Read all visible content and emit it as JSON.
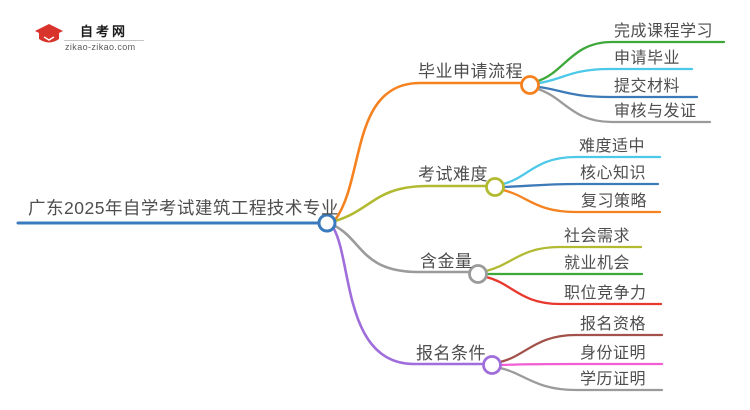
{
  "logo": {
    "title": "自考网",
    "domain": "zikao-zikao.com",
    "icon": "graduation-cap-icon",
    "cap_color": "#d9342b",
    "swoosh_color": "#1e5175"
  },
  "root": {
    "label": "广东2025年自学考试建筑工程技术专业",
    "color": "#3a7bbd"
  },
  "branches": [
    {
      "label": "毕业申请流程",
      "color": "#f5821f",
      "children": [
        {
          "label": "完成课程学习",
          "color": "#3ea83a"
        },
        {
          "label": "申请毕业",
          "color": "#4cc8e8"
        },
        {
          "label": "提交材料",
          "color": "#3d7ab8"
        },
        {
          "label": "审核与发证",
          "color": "#9b9b9b"
        }
      ]
    },
    {
      "label": "考试难度",
      "color": "#b2ba32",
      "children": [
        {
          "label": "难度适中",
          "color": "#4cc8e8"
        },
        {
          "label": "核心知识",
          "color": "#3d7ab8"
        },
        {
          "label": "复习策略",
          "color": "#f5821f"
        }
      ]
    },
    {
      "label": "含金量",
      "color": "#9b9b9b",
      "children": [
        {
          "label": "社会需求",
          "color": "#b2ba32"
        },
        {
          "label": "就业机会",
          "color": "#3ea83a"
        },
        {
          "label": "职位竞争力",
          "color": "#e8392f"
        }
      ]
    },
    {
      "label": "报名条件",
      "color": "#a06edb",
      "children": [
        {
          "label": "报名资格",
          "color": "#a2524b"
        },
        {
          "label": "身份证明",
          "color": "#f25fd5"
        },
        {
          "label": "学历证明",
          "color": "#9b9b9b"
        }
      ]
    }
  ],
  "text_color": "#4e4e4e"
}
